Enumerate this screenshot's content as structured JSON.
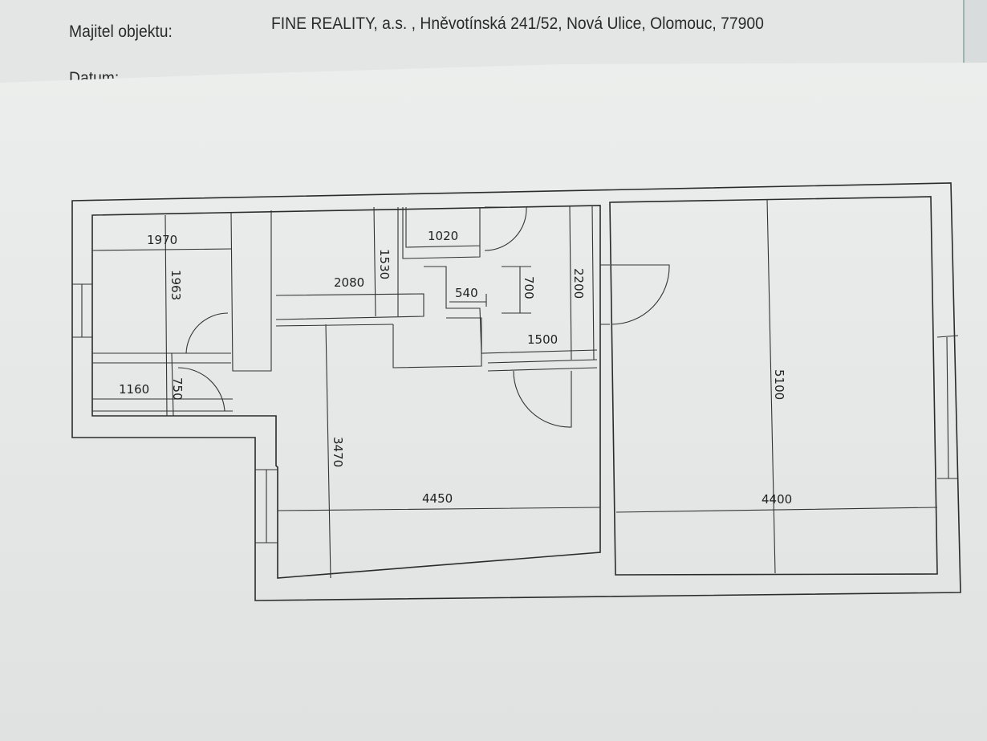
{
  "header": {
    "owner_label": "Majitel objektu:",
    "owner_value": "FINE REALITY, a.s. , Hněvotínská 241/52, Nová Ulice, Olomouc, 77900",
    "date_label": "Datum:"
  },
  "floor_plan": {
    "dimensions": {
      "d1970": "1970",
      "d1963": "1963",
      "d1160": "1160",
      "d750": "750",
      "d2080": "2080",
      "d1530": "1530",
      "d1020": "1020",
      "d540": "540",
      "d700": "700",
      "d2200": "2200",
      "d1500": "1500",
      "d3470": "3470",
      "d4450": "4450",
      "d5100": "5100",
      "d4400": "4400"
    }
  }
}
